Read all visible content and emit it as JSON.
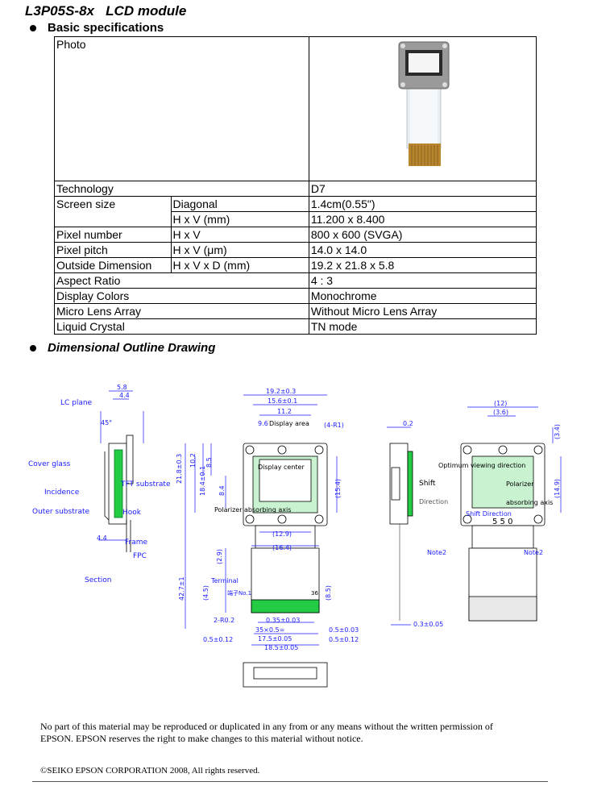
{
  "title": "L3P05S-8x   LCD module",
  "sections": {
    "basic": "Basic specifications",
    "drawing": "Dimensional Outline Drawing"
  },
  "spec": {
    "photo_label": "Photo",
    "rows": [
      {
        "label": "Technology",
        "sub": "",
        "value": "D7"
      },
      {
        "label": "Screen size",
        "sub": "Diagonal",
        "value": "1.4cm(0.55\")"
      },
      {
        "label": "",
        "sub": "H x V (mm)",
        "value": "11.200 x 8.400"
      },
      {
        "label": "Pixel number",
        "sub": "H x V",
        "value": "800 x 600 (SVGA)"
      },
      {
        "label": "Pixel pitch",
        "sub": "H x V (μm)",
        "value": "14.0 x 14.0"
      },
      {
        "label": "Outside Dimension",
        "sub": "H x V x D (mm)",
        "value": "19.2 x 21.8 x 5.8"
      },
      {
        "label": "Aspect Ratio",
        "sub": "",
        "value": "4 : 3"
      },
      {
        "label": "Display Colors",
        "sub": "",
        "value": "Monochrome"
      },
      {
        "label": "Micro Lens Array",
        "sub": "",
        "value": "Without Micro Lens Array"
      },
      {
        "label": "Liquid Crystal",
        "sub": "",
        "value": "TN mode"
      }
    ]
  },
  "drawing_labels": {
    "lc_plane": "LC plane",
    "cover_glass": "Cover glass",
    "incidence": "Incidence",
    "outer_substrate": "Outer substrate",
    "tft_substrate": "TFT substrate",
    "hook": "Hook",
    "frame": "Frame",
    "fpc": "FPC",
    "section": "Section",
    "display_area": "Display area",
    "display_center": "Display center",
    "polarizer_axis": "Polarizer absorbing axis",
    "terminal": "Terminal",
    "terminal_no1": "端子No.1",
    "terminal_36": "36",
    "shift": "Shift",
    "direction": "Direction",
    "shift_direction": "Shift Direction",
    "optimum_direction": "Optimum viewing direction",
    "polarizer": "Polarizer",
    "absorbing_axis": "absorbing axis",
    "note2_a": "Note2",
    "note2_b": "Note2",
    "model_no": "5 5 0",
    "dim_58": "5.8",
    "dim_44": "4.4",
    "dim_44b": "4.4",
    "dim_192": "19.2±0.3",
    "dim_156": "15.6±0.1",
    "dim_112": "11.2",
    "dim_96": "9.6",
    "dim_218": "21.8±0.3",
    "dim_184": "18.4±0.1",
    "dim_102": "10.2",
    "dim_85": "8.5",
    "dim_84": "8.4",
    "dim_154": "(15.4)",
    "dim_129": "(12.9)",
    "dim_164": "(16.4)",
    "dim_29": "(2.9)",
    "dim_427": "42.7±1",
    "dim_45": "(4.5)",
    "dim_85b": "(8.5)",
    "dim_035": "0.35±0.03",
    "dim_35": "35×0.5=",
    "dim_175": "17.5±0.05",
    "dim_185": "18.5±0.05",
    "dim_05a": "0.5±0.12",
    "dim_05b": "0.5±0.03",
    "dim_05c": "0.5±0.12",
    "dim_r02": "2-R0.2",
    "dim_02": "0.2",
    "dim_03": "0.3±0.05",
    "dim_12": "(12)",
    "dim_36": "(3.6)",
    "dim_34": "(3.4)",
    "dim_149": "(14.9)",
    "dim_45deg": "45°",
    "dim_48": "(4-R1)"
  },
  "footer": {
    "notice": "No part of this material may be reproduced or duplicated in any from or any means without the written permission of EPSON. EPSON reserves the right to make changes to this material without notice.",
    "copyright": "©SEIKO EPSON CORPORATION 2008, All rights reserved."
  },
  "colors": {
    "dimension": "#1a1aff",
    "highlight": "#22cc44",
    "fpc_gold": "#b8862f"
  }
}
